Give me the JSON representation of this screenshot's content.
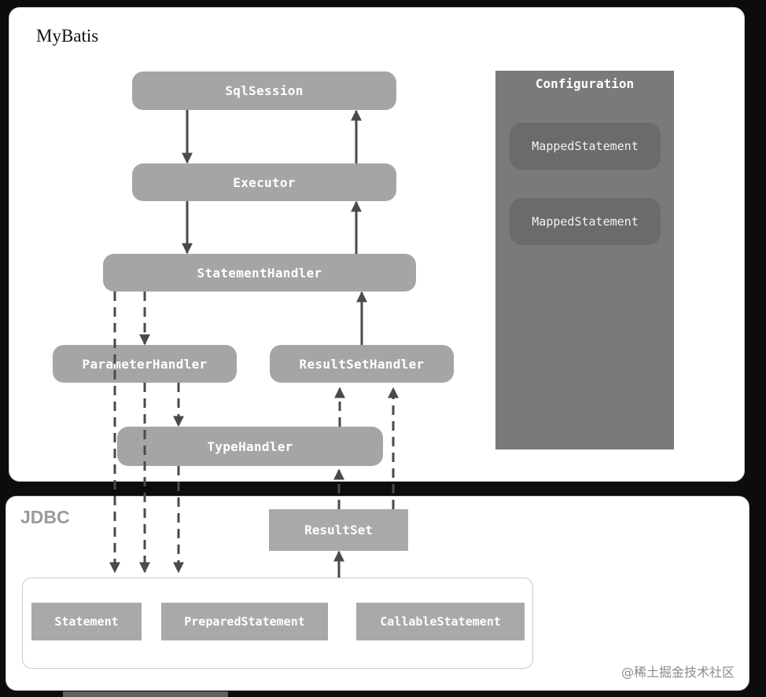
{
  "mybatis": {
    "title": "MyBatis",
    "sql_session": "SqlSession",
    "executor": "Executor",
    "statement_handler": "StatementHandler",
    "parameter_handler": "ParameterHandler",
    "result_set_handler": "ResultSetHandler",
    "type_handler": "TypeHandler",
    "configuration": {
      "title": "Configuration",
      "mapped_statements": [
        "MappedStatement",
        "MappedStatement"
      ]
    }
  },
  "jdbc": {
    "title": "JDBC",
    "result_set": "ResultSet",
    "statements": [
      "Statement",
      "PreparedStatement",
      "CallableStatement"
    ]
  },
  "watermark": "@稀土掘金技术社区",
  "colors": {
    "box": "#a5a5a5",
    "configuration_bg": "#7a7a7a",
    "mapped_statement_bg": "#6b6b6b",
    "arrow": "#4a4a4a",
    "frame": "#0c0c0c"
  }
}
